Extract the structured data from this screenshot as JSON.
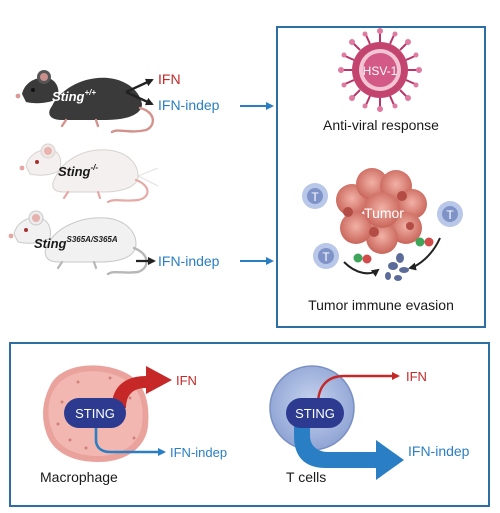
{
  "mice": [
    {
      "base": "Sting",
      "sup": "+/+"
    },
    {
      "base": "Sting",
      "sup": "-/-"
    },
    {
      "base": "Sting",
      "sup": "S365A/S365A"
    }
  ],
  "top_arrows": {
    "ifn_label": "IFN",
    "ifn_indep_label": "IFN-indep",
    "ifn_indep_label_2": "IFN-indep"
  },
  "right_panel": {
    "virus_label": "HSV-1",
    "antiviral_caption": "Anti-viral response",
    "tumor_label": "Tumor",
    "tcell_labels": [
      "T",
      "T",
      "T"
    ],
    "immune_evasion_caption": "Tumor immune evasion"
  },
  "bottom_panel": {
    "macrophage_sting_label": "STING",
    "macrophage_ifn_label": "IFN",
    "macrophage_ifn_indep_label": "IFN-indep",
    "macrophage_caption": "Macrophage",
    "tcell_sting_label": "STING",
    "tcell_ifn_label": "IFN",
    "tcell_ifn_indep_label": "IFN-indep",
    "tcell_caption": "T cells"
  },
  "colors": {
    "ifn_red": "#c62828",
    "indep_blue": "#2a7fc4",
    "panel_border": "#2e6fa3",
    "sting_navy": "#2c3b8f",
    "virus_pink": "#c2446f",
    "tumor_salmon": "#e08476",
    "tcell_blue": "#8fa9d6",
    "macrophage_pink": "#eaa29c"
  }
}
